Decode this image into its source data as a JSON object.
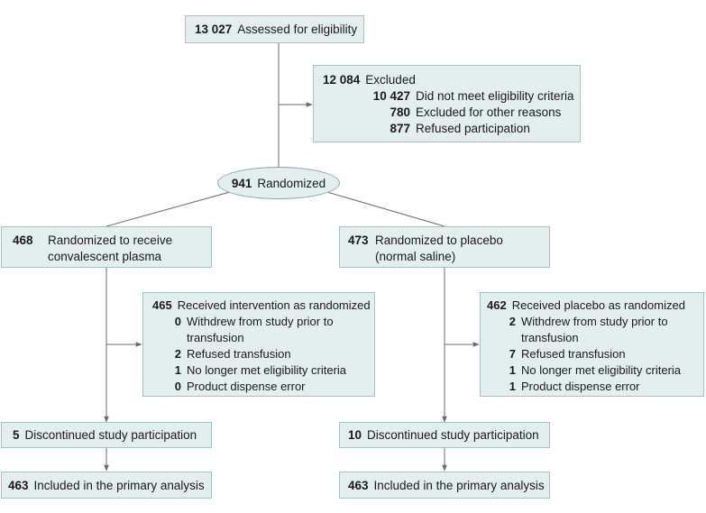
{
  "assessed": {
    "n": "13 027",
    "label": "Assessed for eligibility"
  },
  "excluded": {
    "n": "12 084",
    "label": "Excluded",
    "reasons": [
      {
        "n": "10 427",
        "label": "Did not meet eligibility criteria"
      },
      {
        "n": "780",
        "label": "Excluded for other reasons"
      },
      {
        "n": "877",
        "label": "Refused participation"
      }
    ]
  },
  "randomized": {
    "n": "941",
    "label": "Randomized"
  },
  "plasma": {
    "alloc": {
      "n": "468",
      "line1": "Randomized to receive",
      "line2": "convalescent plasma"
    },
    "received": {
      "n": "465",
      "label": "Received intervention as randomized",
      "items": [
        {
          "n": "0",
          "line1": "Withdrew from study prior to",
          "line2": "transfusion"
        },
        {
          "n": "2",
          "line1": "Refused transfusion"
        },
        {
          "n": "1",
          "line1": "No longer met eligibility criteria"
        },
        {
          "n": "0",
          "line1": "Product dispense error"
        }
      ]
    },
    "discontinued": {
      "n": "5",
      "label": "Discontinued study participation"
    },
    "analysis": {
      "n": "463",
      "label": "Included in the primary analysis"
    }
  },
  "placebo": {
    "alloc": {
      "n": "473",
      "line1": "Randomized to placebo",
      "line2": "(normal saline)"
    },
    "received": {
      "n": "462",
      "label": "Received placebo as randomized",
      "items": [
        {
          "n": "2",
          "line1": "Withdrew from study prior to",
          "line2": "transfusion"
        },
        {
          "n": "7",
          "line1": "Refused transfusion"
        },
        {
          "n": "1",
          "line1": "No longer met eligibility criteria"
        },
        {
          "n": "1",
          "line1": "Product dispense error"
        }
      ]
    },
    "discontinued": {
      "n": "10",
      "label": "Discontinued study participation"
    },
    "analysis": {
      "n": "463",
      "label": "Included in the primary analysis"
    }
  }
}
